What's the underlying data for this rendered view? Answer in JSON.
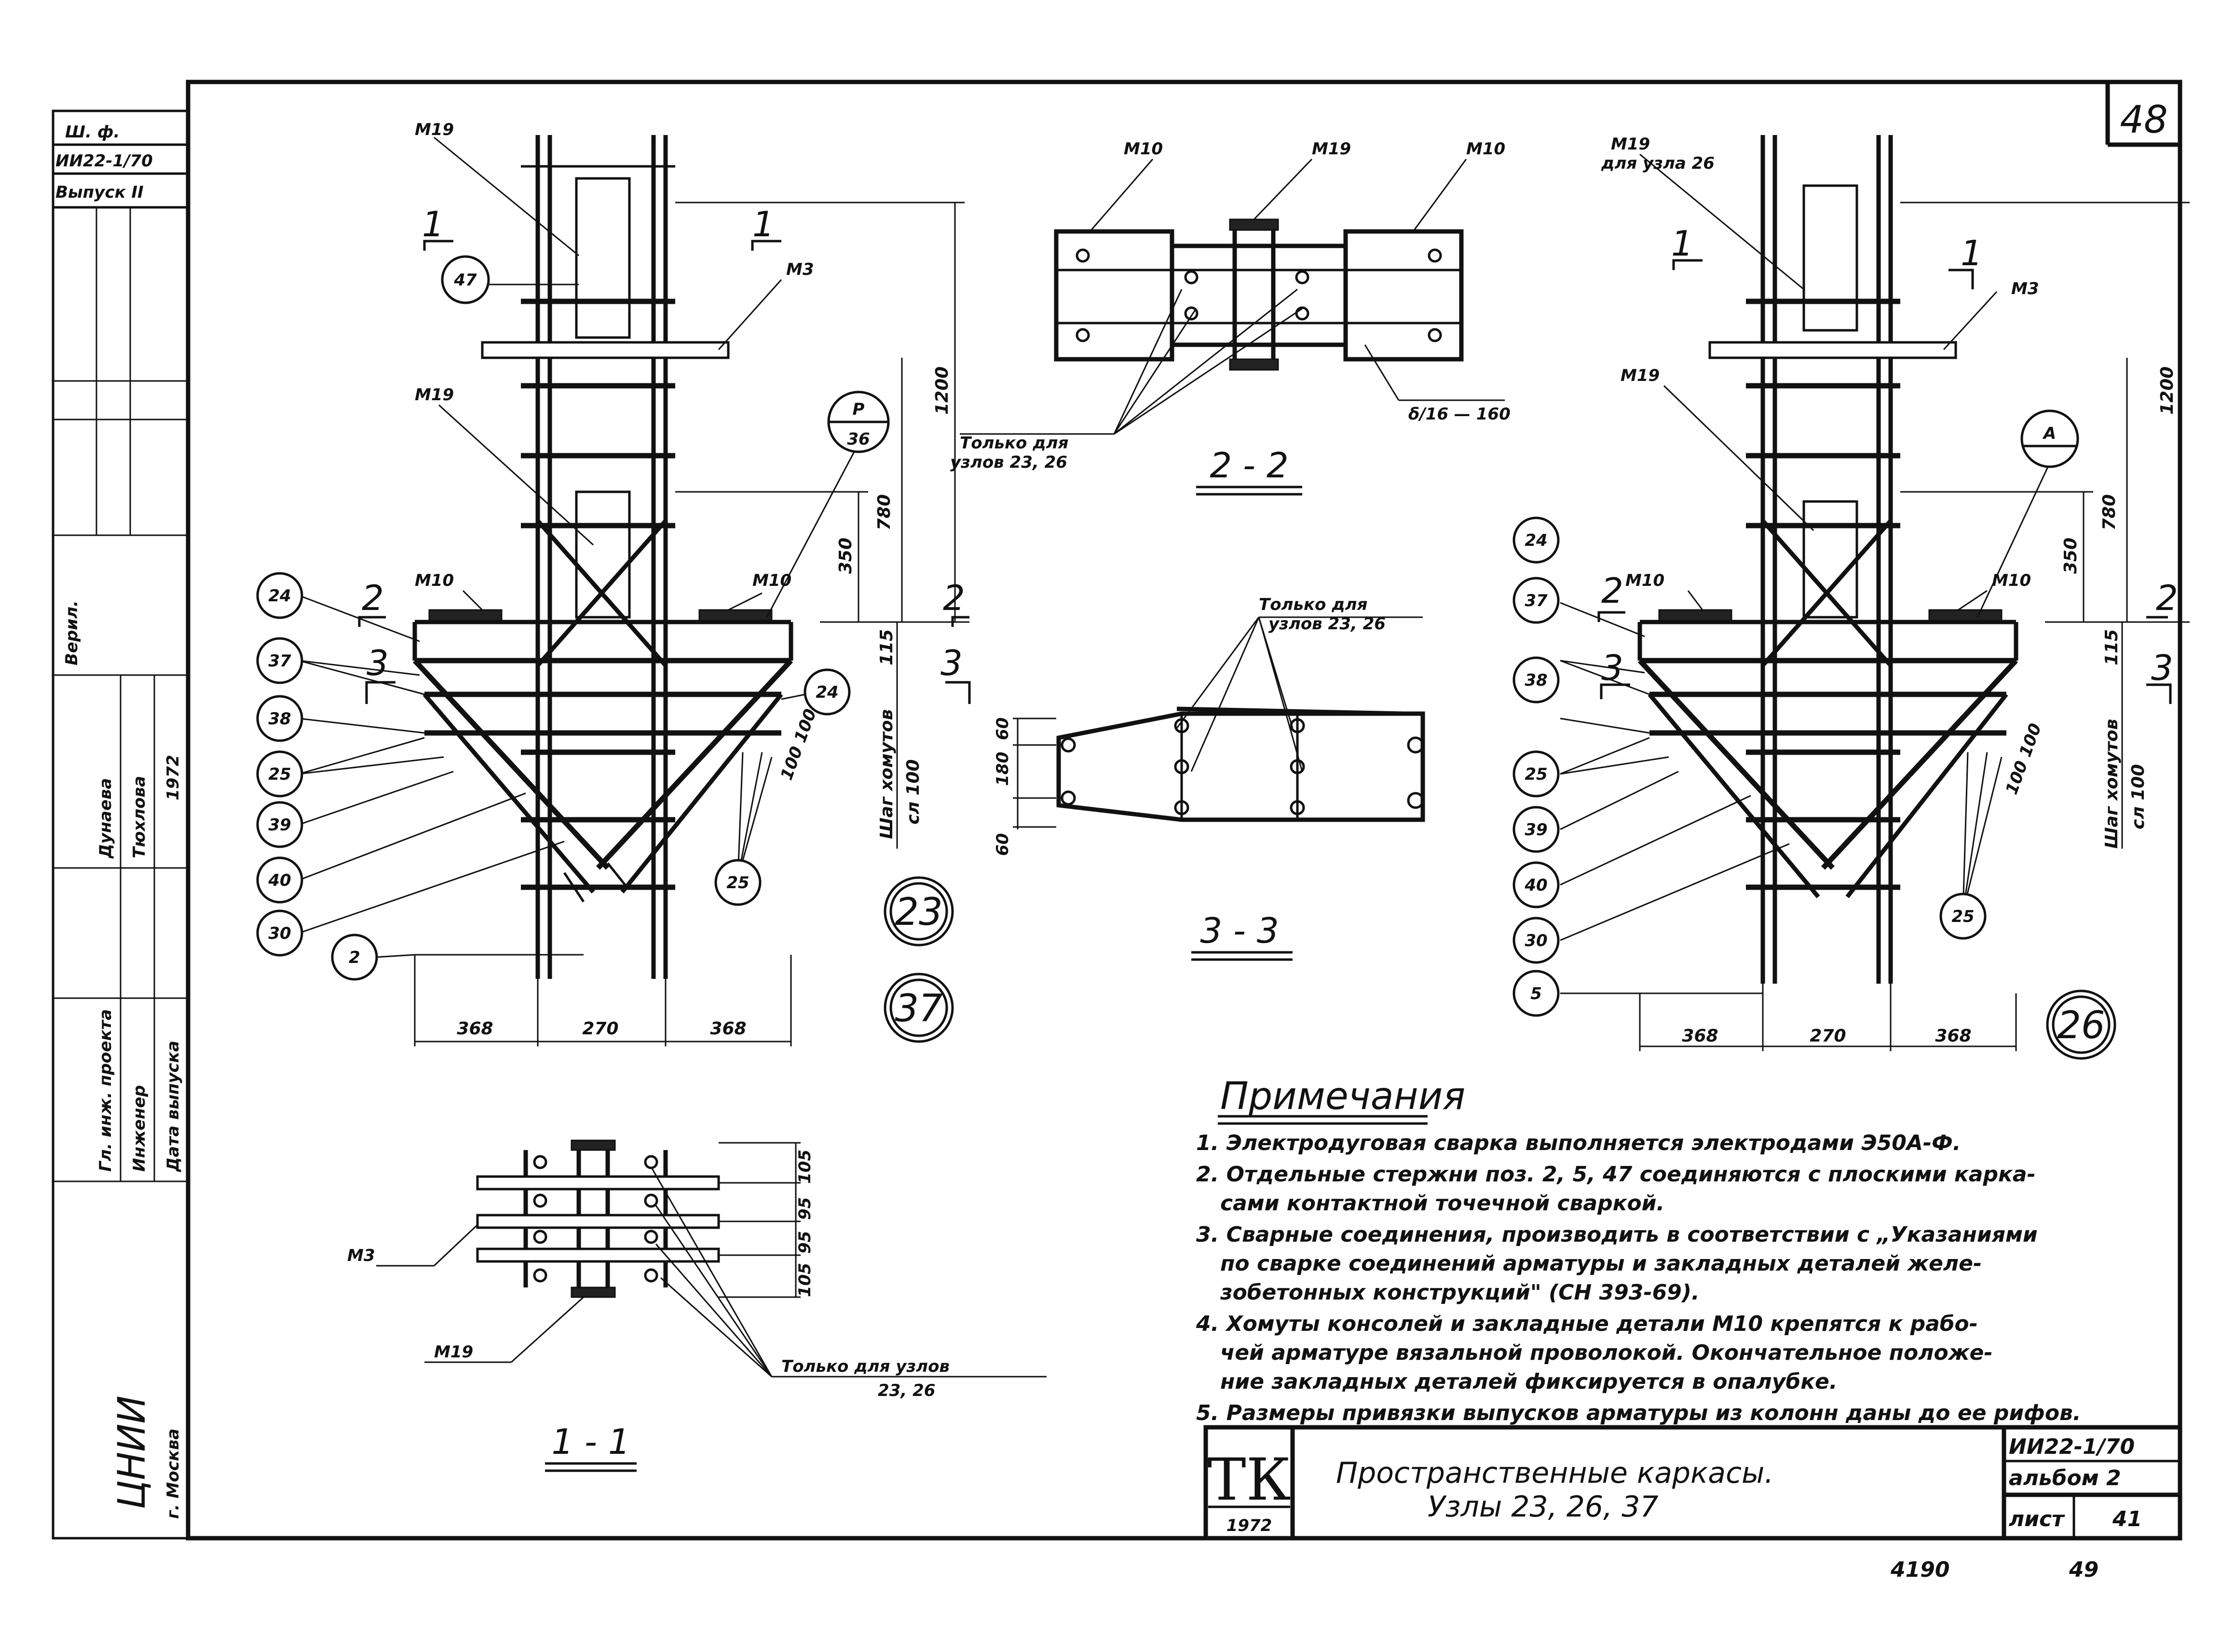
{
  "sheet": {
    "page_number": "48",
    "stamp_code": "ИИ22-1/70",
    "stamp_album": "альбом 2",
    "stamp_sheet_label": "лист",
    "stamp_sheet_number": "41",
    "title_line1": "Пространственные каркасы.",
    "title_line2": "Узлы 23, 26, 37",
    "logo_letters": "ТК",
    "logo_year": "1972",
    "inventory_left": "4190",
    "inventory_right": "49"
  },
  "left_strip": {
    "code_label": "Ш. ф.",
    "code": "ИИ22-1/70",
    "issue": "Выпуск II",
    "verified": "Верил.",
    "author1": "Дунаева",
    "author2": "Тюхлова",
    "year": "1972",
    "role1": "Гл. инж. проекта",
    "role2": "Инженер",
    "issue_date": "Дата выпуска",
    "institute": "ЦНИИ",
    "city": "г. Москва"
  },
  "node_left": {
    "labels": [
      "М19",
      "М3",
      "М19",
      "М10",
      "М10"
    ],
    "section_1": "1",
    "section_2": "2",
    "section_3": "3",
    "bubbles": [
      "47",
      "24",
      "37",
      "38",
      "25",
      "39",
      "40",
      "30",
      "2",
      "24",
      "25"
    ],
    "detail_bubble_top": "Р",
    "detail_bubble_bottom": "36",
    "dims_bottom": [
      "368",
      "270",
      "368"
    ],
    "dims_right": [
      "1200",
      "780",
      "350",
      "115"
    ],
    "stirrup_note": "Шаг хомутов",
    "stirrup_step": "сл 100",
    "diag_dim": "100 100",
    "node_numbers": [
      "23",
      "37"
    ]
  },
  "section_22": {
    "labels": [
      "М10",
      "М19",
      "М10"
    ],
    "weld_note": "δ/16 — 160",
    "only_for": "Только для",
    "only_for_nodes": "узлов 23, 26",
    "caption": "2 - 2"
  },
  "section_33": {
    "only_for": "Только для",
    "only_for_nodes": "узлов 23, 26",
    "dims": [
      "60",
      "180",
      "60"
    ],
    "caption": "3 - 3"
  },
  "section_11": {
    "labels": [
      "М3",
      "М19"
    ],
    "dims": [
      "105",
      "95",
      "95",
      "105"
    ],
    "only_for": "Только для узлов",
    "only_for_nodes": "23, 26",
    "caption": "1 - 1"
  },
  "node_right": {
    "labels": [
      "М19",
      "для узла 26",
      "М3",
      "М19",
      "М10",
      "М10"
    ],
    "section_1": "1",
    "section_2": "2",
    "section_3": "3",
    "bubbles": [
      "24",
      "37",
      "38",
      "25",
      "39",
      "40",
      "30",
      "5",
      "25"
    ],
    "detail_bubble": "А",
    "dims_bottom": [
      "368",
      "270",
      "368"
    ],
    "dims_right": [
      "1200",
      "780",
      "350",
      "115"
    ],
    "stirrup_note": "Шаг хомутов",
    "stirrup_step": "сл 100",
    "diag_dim": "100 100",
    "node_number": "26"
  },
  "notes": {
    "heading": "Примечания",
    "lines": [
      "1. Электродуговая сварка выполняется электродами Э50А-Ф.",
      "2. Отдельные стержни поз. 2, 5, 47 соединяются с плоскими карка-",
      "сами контактной точечной сваркой.",
      "3. Сварные соединения, производить в соответствии с „Указаниями",
      "по сварке соединений арматуры и закладных деталей желе-",
      "зобетонных конструкций\" (СН 393-69).",
      "4. Хомуты консолей и закладные детали М10 крепятся к рабо-",
      "чей арматуре вязальной проволокой. Окончательное положе-",
      "ние закладных деталей фиксируется в опалубке.",
      "5. Размеры привязки выпусков арматуры из колонн даны до ее рифов."
    ]
  }
}
